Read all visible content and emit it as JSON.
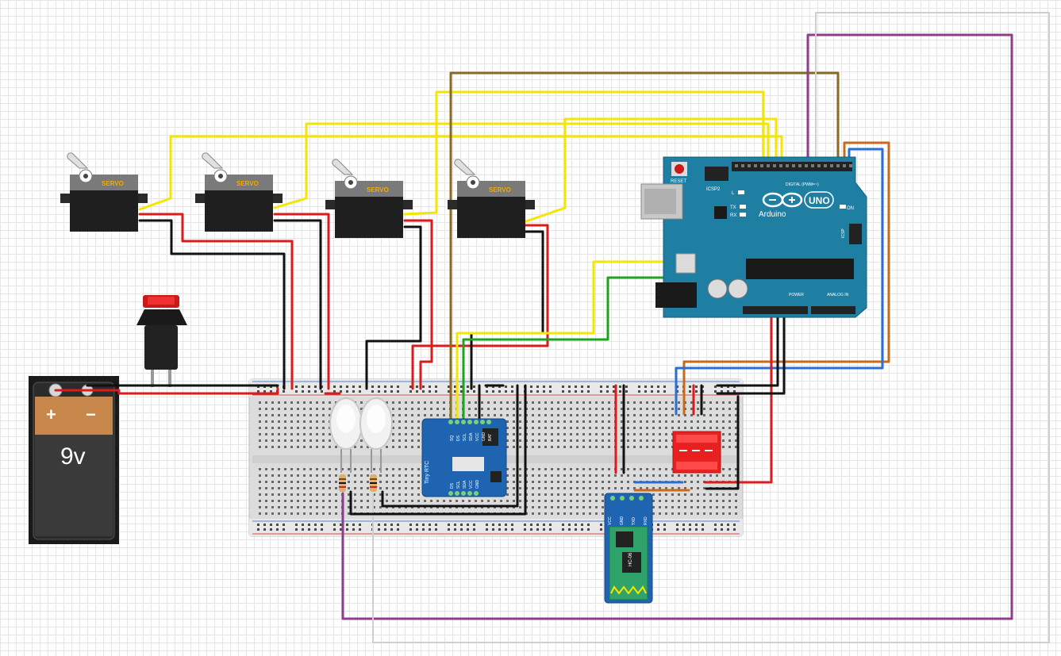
{
  "components": {
    "servo_label": "SERVO",
    "battery": {
      "plus": "+",
      "minus": "−",
      "voltage": "9v"
    },
    "arduino": {
      "reset": "RESET",
      "icsp2": "ICSP2",
      "brand": "Arduino",
      "model": "UNO",
      "on": "ON",
      "led_l": "L",
      "led_tx": "TX",
      "led_rx": "RX",
      "digital_label": "DIGITAL (PWM=~)",
      "power_label": "POWER",
      "analog_label": "ANALOG IN",
      "icsp": "ICSP"
    },
    "rtc": {
      "label": "Tiny RTC",
      "top_pins": [
        "SQ",
        "DS",
        "SCL",
        "SDA",
        "VCC",
        "GND",
        "BAT"
      ],
      "bottom_pins": [
        "DS",
        "SCL",
        "SDA",
        "VCC",
        "GND"
      ]
    },
    "bluetooth": {
      "pins": [
        "VCC",
        "GND",
        "TXD",
        "RXD"
      ],
      "chip": "HC-06"
    }
  },
  "colors": {
    "yellow_wire": "#f5e600",
    "red_wire": "#d91c1c",
    "black_wire": "#111111",
    "brown_wire": "#8a6a22",
    "purple_wire": "#8c3e8c",
    "gray_wire": "#c8c8c8",
    "green_wire": "#1fa31f",
    "blue_wire": "#2a6fd6",
    "orange_wire": "#c86a1e",
    "arduino_teal": "#1e7fa3",
    "breadboard": "#dcdcdc"
  }
}
